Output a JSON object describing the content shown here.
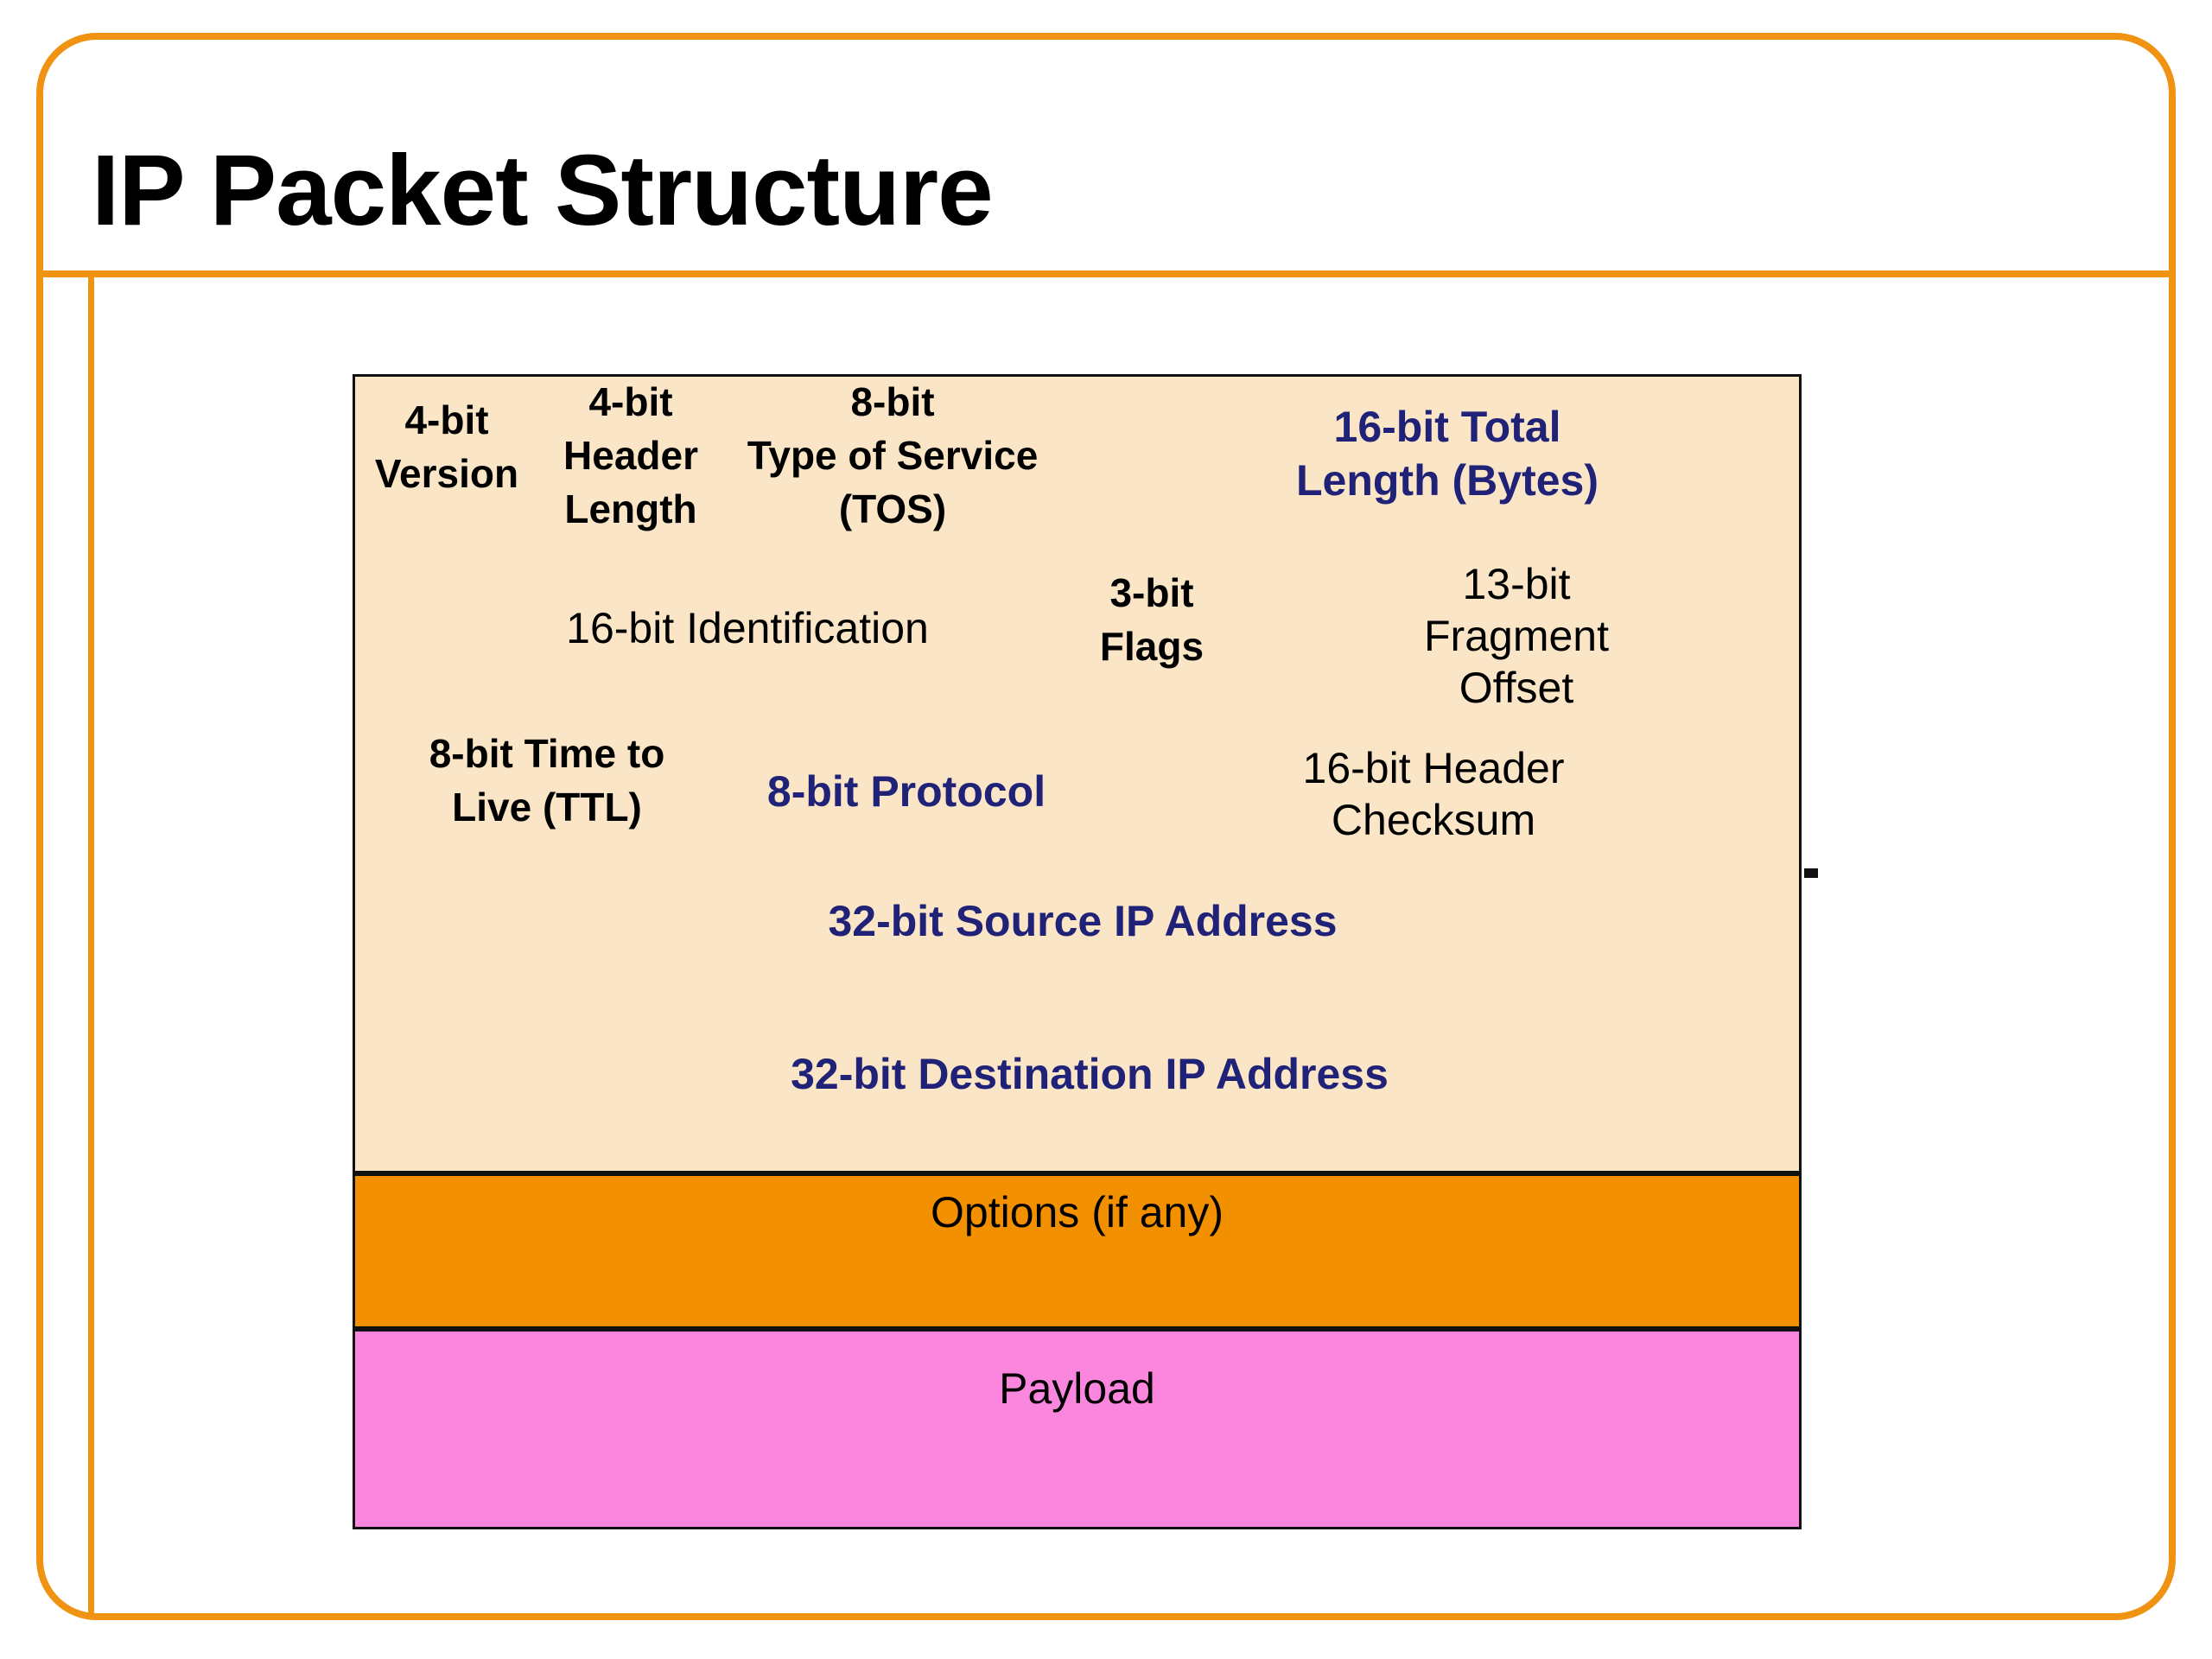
{
  "title": "IP Packet Structure",
  "colors": {
    "frame_orange": "#F09212",
    "header_fill": "#FAE5C6",
    "options_fill": "#F29000",
    "payload_fill": "#FB86DE",
    "navy": "#1F2277",
    "black": "#000000"
  },
  "packet": {
    "header_fields": [
      {
        "id": "version",
        "text": "4-bit\nVersion"
      },
      {
        "id": "header-length",
        "text": "4-bit\nHeader\nLength"
      },
      {
        "id": "tos",
        "text": "8-bit\nType of Service\n(TOS)"
      },
      {
        "id": "total-length",
        "text": "16-bit Total Length (Bytes)"
      },
      {
        "id": "identification",
        "text": "16-bit Identification"
      },
      {
        "id": "flags",
        "text": "3-bit\nFlags"
      },
      {
        "id": "fragment-offset",
        "text": "13-bit Fragment Offset"
      },
      {
        "id": "ttl",
        "text": "8-bit Time to\nLive (TTL)"
      },
      {
        "id": "protocol",
        "text": "8-bit Protocol"
      },
      {
        "id": "header-checksum",
        "text": "16-bit Header Checksum"
      },
      {
        "id": "source-ip",
        "text": "32-bit Source IP Address"
      },
      {
        "id": "destination-ip",
        "text": "32-bit Destination IP Address"
      }
    ],
    "options_label": "Options (if any)",
    "payload_label": "Payload"
  }
}
